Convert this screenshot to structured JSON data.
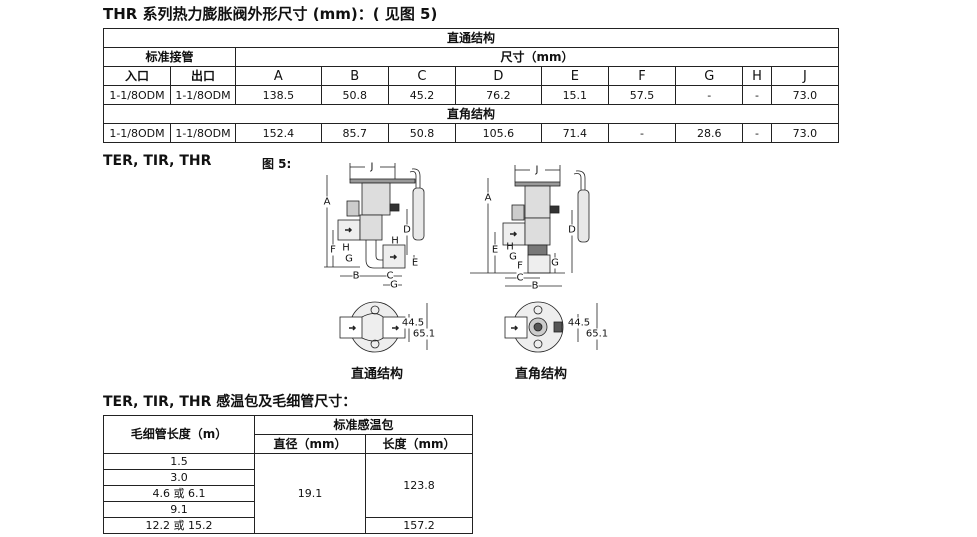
{
  "title": "THR 系列热力膨胀阀外形尺寸 (mm)：( 见图 5)",
  "table1": {
    "section_straight": "直通结构",
    "std_conn": "标准接管",
    "dim_header": "尺寸（mm）",
    "inlet": "入口",
    "outlet": "出口",
    "columns": [
      "A",
      "B",
      "C",
      "D",
      "E",
      "F",
      "G",
      "H",
      "J"
    ],
    "straight_row": [
      "1-1/8ODM",
      "1-1/8ODM",
      "138.5",
      "50.8",
      "45.2",
      "76.2",
      "15.1",
      "57.5",
      "-",
      "-",
      "73.0"
    ],
    "section_angle": "直角结构",
    "angle_row": [
      "1-1/8ODM",
      "1-1/8ODM",
      "152.4",
      "85.7",
      "50.8",
      "105.6",
      "71.4",
      "-",
      "28.6",
      "-",
      "73.0"
    ]
  },
  "models_label": "TER, TIR, THR",
  "figure_label": "图 5:",
  "diagram": {
    "straight": {
      "J": "J",
      "A": "A",
      "D": "D",
      "F": "F",
      "H1": "H",
      "H2": "H",
      "G1": "G",
      "G2": "G",
      "E": "E",
      "B": "B",
      "C": "C",
      "d1": "44.5",
      "d2": "65.1",
      "caption": "直通结构"
    },
    "angle": {
      "J": "J",
      "A": "A",
      "D": "D",
      "E": "E",
      "H": "H",
      "G1": "G",
      "G2": "G",
      "F": "F",
      "C": "C",
      "B": "B",
      "d1": "44.5",
      "d2": "65.1",
      "caption": "直角结构"
    }
  },
  "bulb_title": "TER, TIR, THR 感温包及毛细管尺寸：",
  "table2": {
    "cap_len": "毛细管长度（m）",
    "std_bulb": "标准感温包",
    "diameter": "直径（mm）",
    "length": "长度（mm）",
    "lengths": [
      "1.5",
      "3.0",
      "4.6 或 6.1",
      "9.1",
      "12.2 或 15.2"
    ],
    "diameter_val": "19.1",
    "length_val1": "123.8",
    "length_val2": "157.2"
  }
}
